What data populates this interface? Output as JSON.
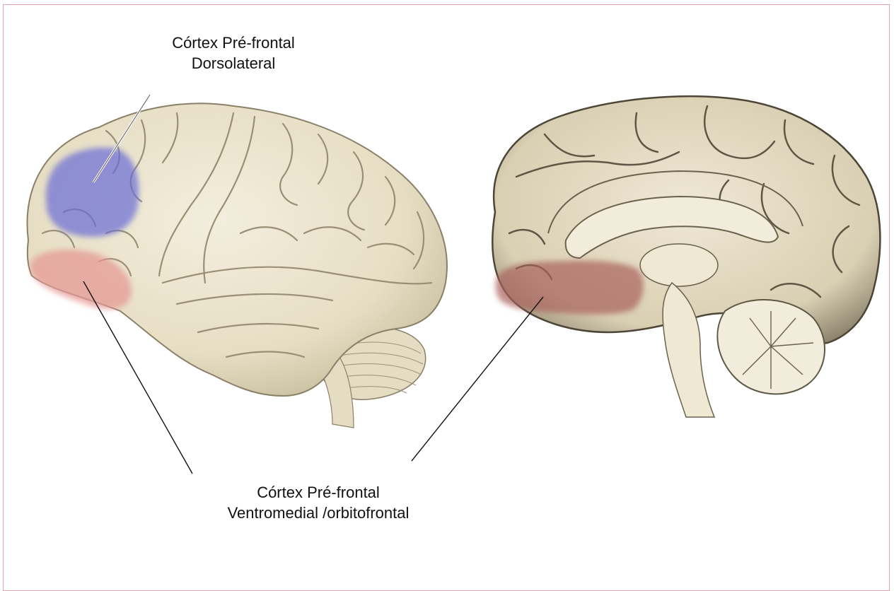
{
  "labels": {
    "dorsolateral": {
      "line1": "Córtex Pré-frontal",
      "line2": "Dorsolateral"
    },
    "ventromedial": {
      "line1": "Córtex Pré-frontal",
      "line2": "Ventromedial /orbitofrontal"
    }
  },
  "colors": {
    "frame": "#e3a3ac",
    "brain_fill": "#ece5cf",
    "brain_stroke": "#8a8068",
    "dorsolateral_highlight": "#6a6bd6",
    "ventromedial_highlight_lateral": "#e59a96",
    "ventromedial_highlight_medial": "#a85f5d",
    "leader_line": "#111111"
  }
}
